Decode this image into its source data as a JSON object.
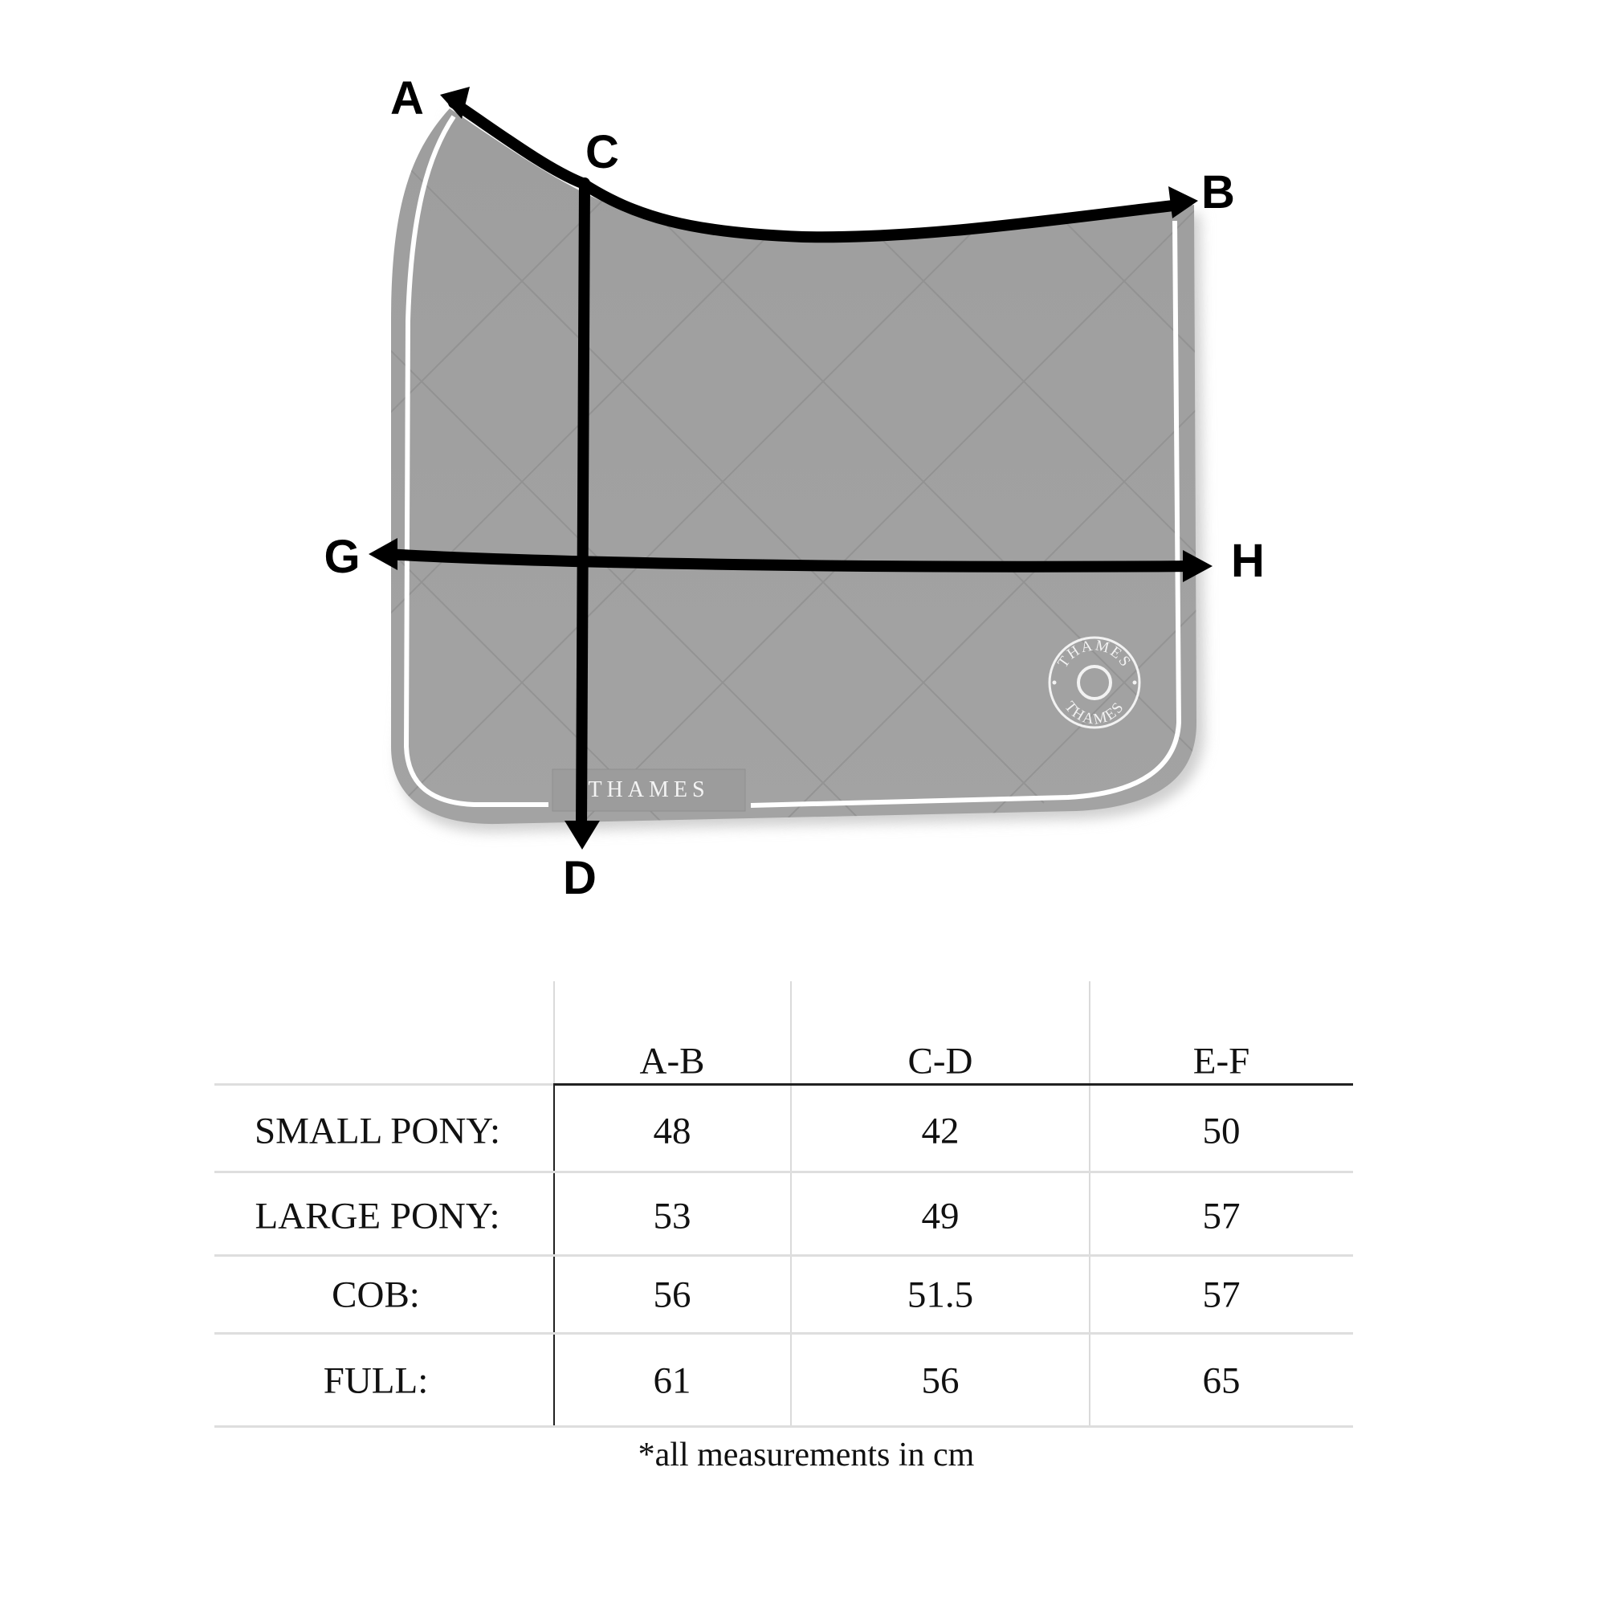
{
  "diagram": {
    "subject": "dressage saddle pad",
    "brand_logo_text": "THAMES",
    "brand_label_text": "THAMES",
    "points": {
      "A": "A",
      "B": "B",
      "C": "C",
      "D": "D",
      "G": "G",
      "H": "H"
    },
    "pad_color": "#9a9a9a",
    "line_color": "#000000"
  },
  "table": {
    "headers": [
      "",
      "A-B",
      "C-D",
      "E-F"
    ],
    "rows": [
      {
        "size": "SMALL PONY:",
        "values": [
          "48",
          "42",
          "50"
        ]
      },
      {
        "size": "LARGE PONY:",
        "values": [
          "53",
          "49",
          "57"
        ]
      },
      {
        "size": "COB:",
        "values": [
          "56",
          "51.5",
          "57"
        ]
      },
      {
        "size": "FULL:",
        "values": [
          "61",
          "56",
          "65"
        ]
      }
    ],
    "footnote": "*all measurements in cm"
  }
}
